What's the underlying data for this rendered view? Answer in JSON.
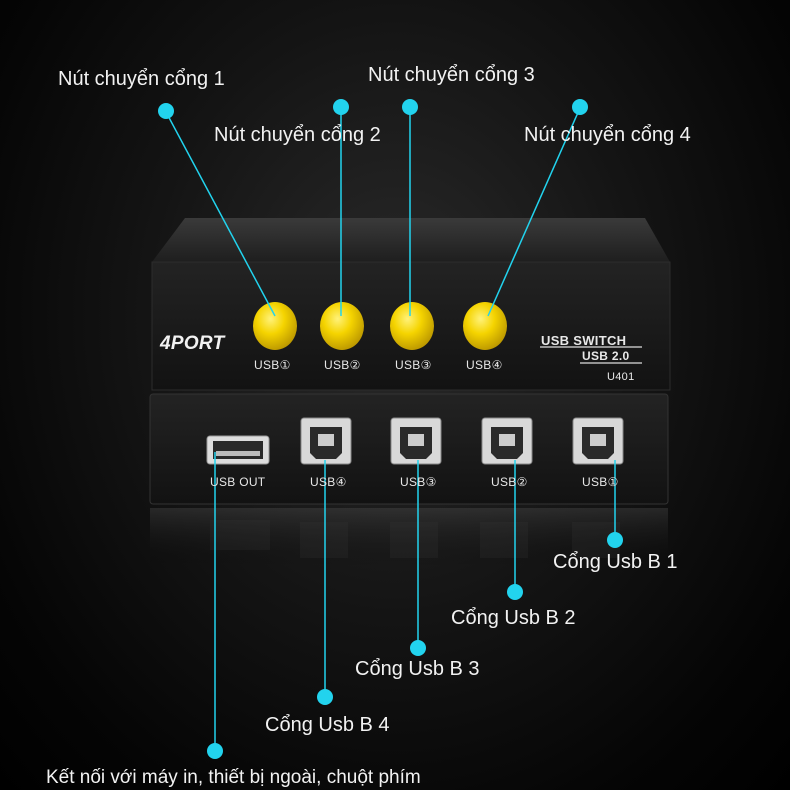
{
  "callouts": {
    "button_port_1": "Nút chuyển cổng 1",
    "button_port_2": "Nút chuyển cổng 2",
    "button_port_3": "Nút chuyển cổng 3",
    "button_port_4": "Nút chuyển cổng 4",
    "usb_b_port_1": "Cổng Usb B 1",
    "usb_b_port_2": "Cổng Usb B 2",
    "usb_b_port_3": "Cổng Usb B 3",
    "usb_b_port_4": "Cổng Usb B 4",
    "usb_out": "Kết nối với máy in, thiết bị ngoài, chuột phím"
  },
  "device": {
    "brand_mark": "4PORT",
    "title": "USB SWITCH",
    "subtitle": "USB 2.0",
    "model": "U401",
    "button_labels": [
      "USB①",
      "USB②",
      "USB③",
      "USB④"
    ],
    "rear_labels": [
      "USB OUT",
      "USB④",
      "USB③",
      "USB②",
      "USB①"
    ]
  },
  "colors": {
    "callout_line": "#22d3ee",
    "button_yellow": "#f5d400",
    "body": "#1c1c1c"
  }
}
